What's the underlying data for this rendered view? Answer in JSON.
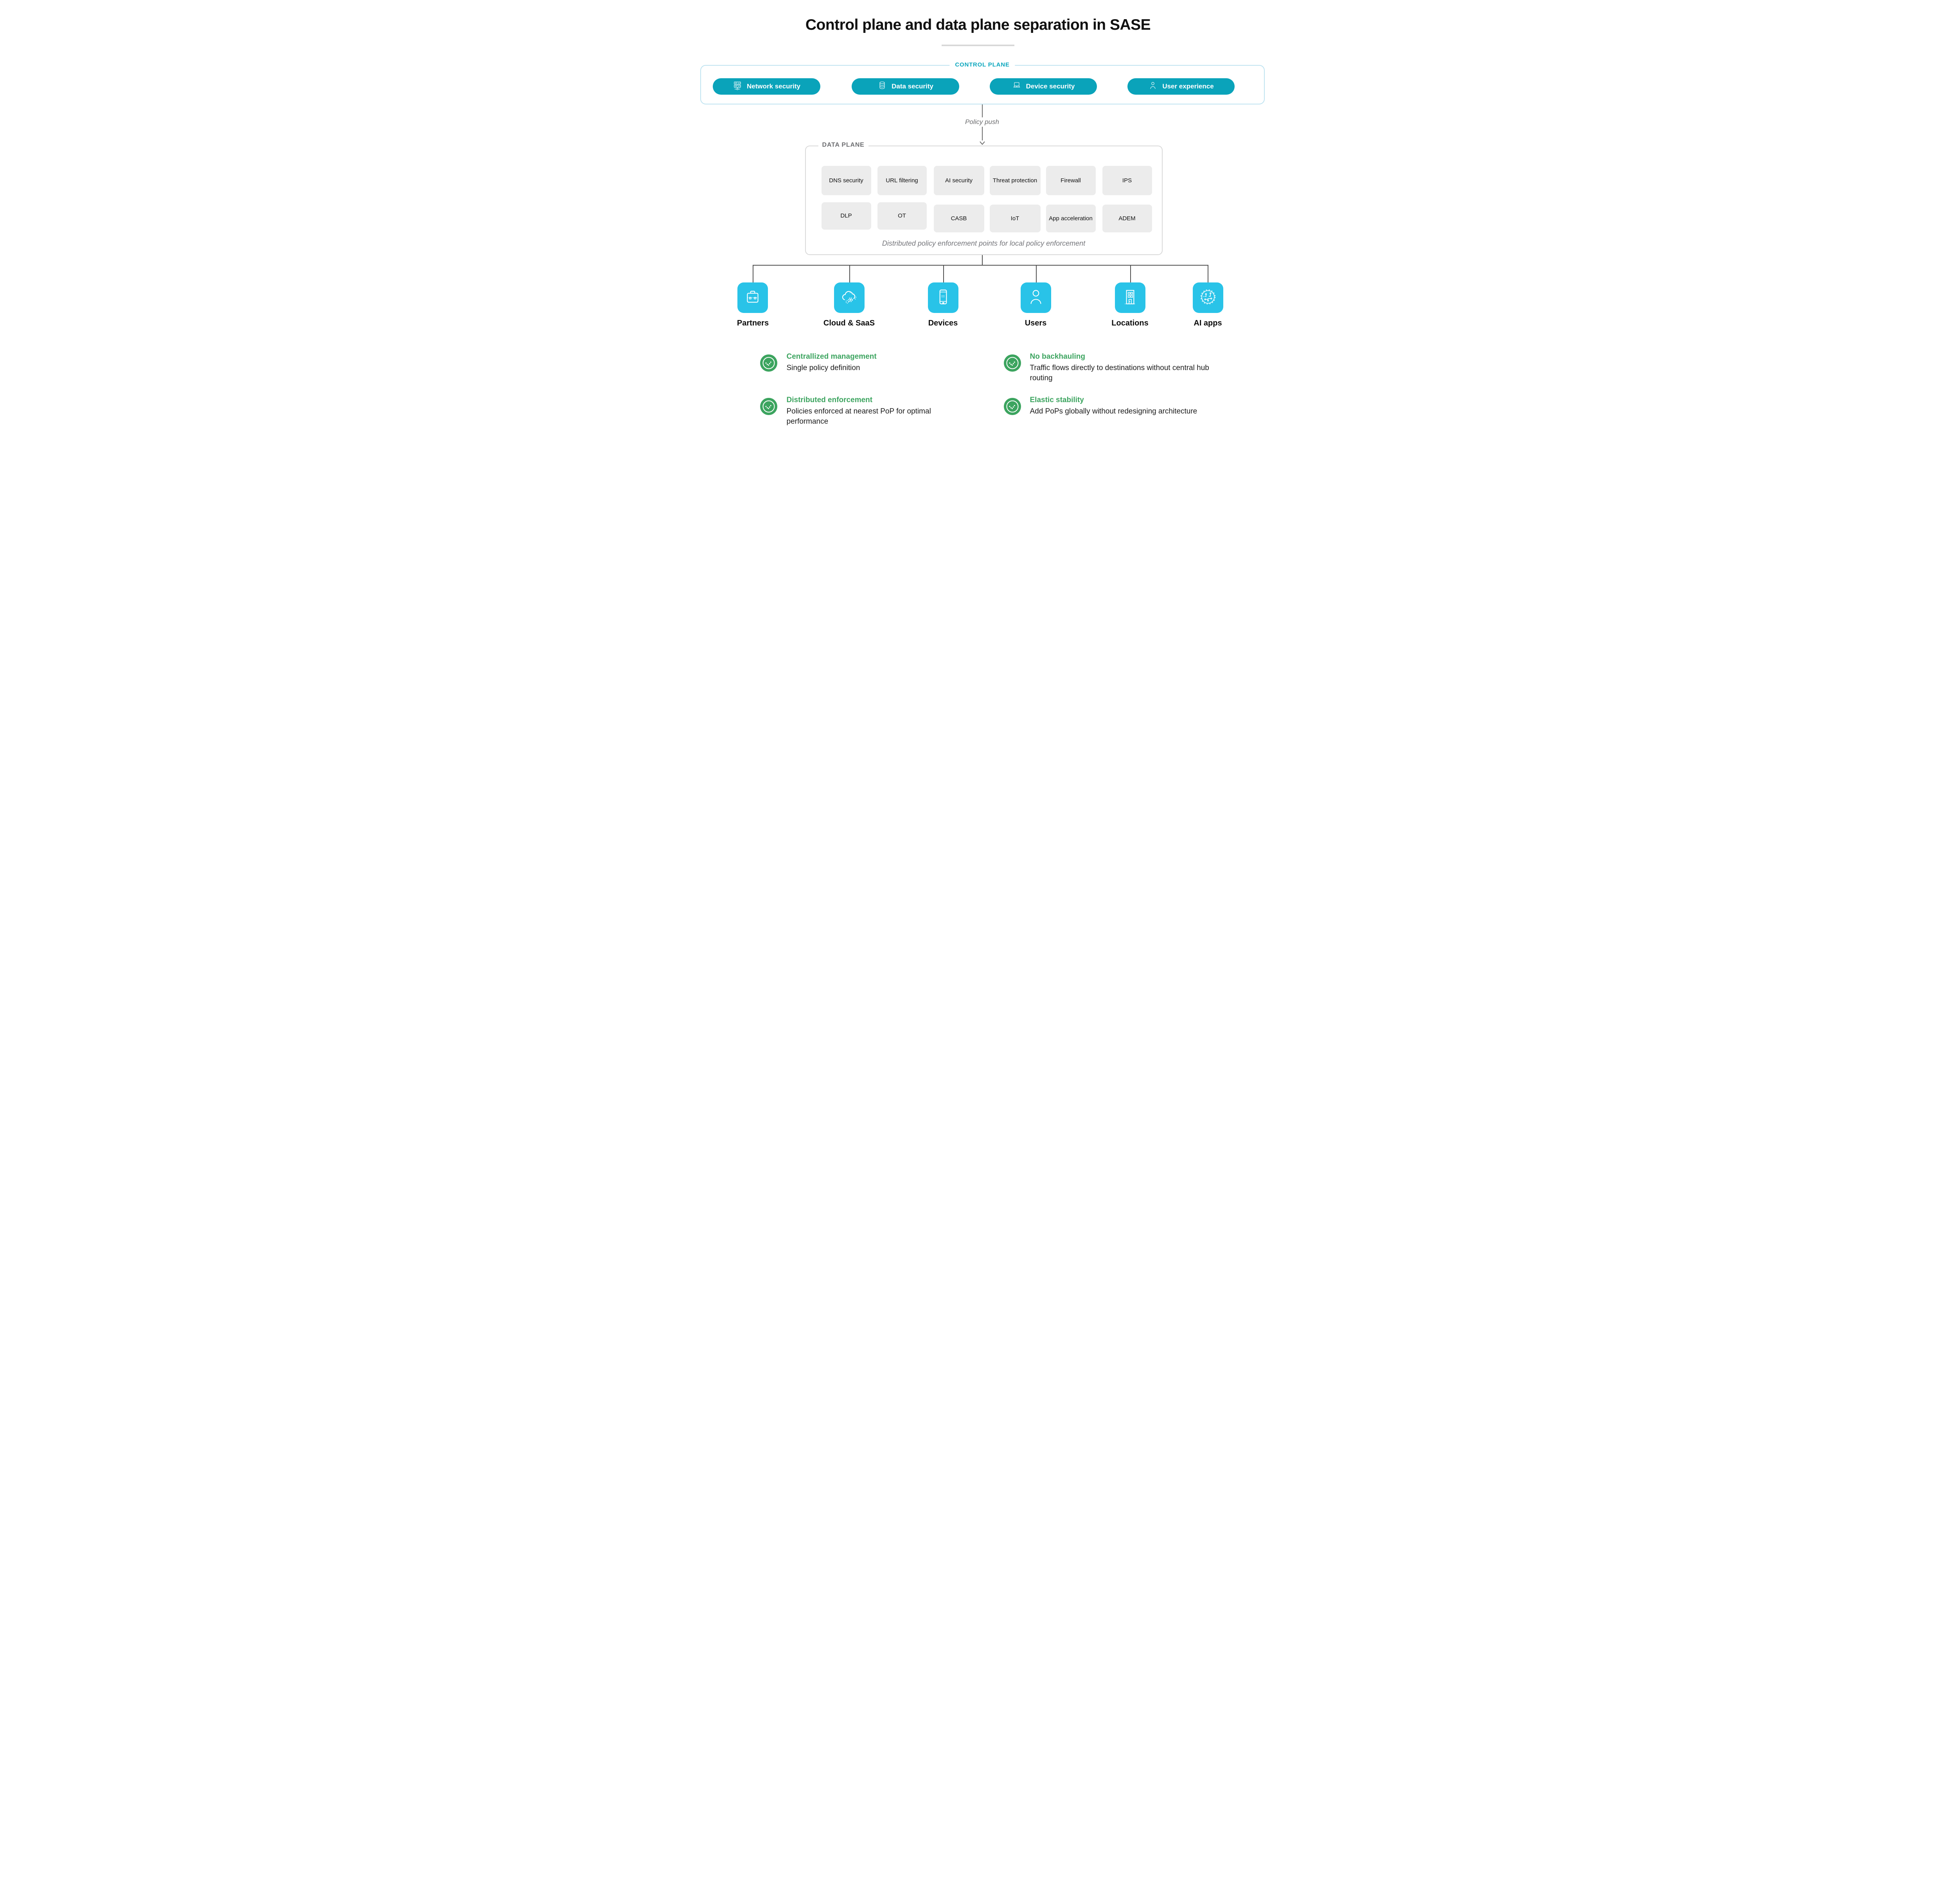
{
  "title": "Control plane and data plane separation in SASE",
  "control_plane": {
    "label": "CONTROL PLANE",
    "pills": [
      {
        "label": "Network security",
        "icon": "server-network-icon"
      },
      {
        "label": "Data security",
        "icon": "database-icon"
      },
      {
        "label": "Device security",
        "icon": "laptop-icon"
      },
      {
        "label": "User experience",
        "icon": "user-icon"
      }
    ]
  },
  "policy_push_label": "Policy push",
  "data_plane": {
    "label": "DATA PLANE",
    "services_row1": [
      "DNS security",
      "URL filtering",
      "AI security",
      "Threat protection",
      "Firewall",
      "IPS"
    ],
    "services_row2": [
      "DLP",
      "OT",
      "CASB",
      "IoT",
      "App acceleration",
      "ADEM"
    ],
    "caption": "Distributed policy enforcement points for local policy enforcement"
  },
  "endpoints": [
    {
      "label": "Partners",
      "icon": "briefcase-icon"
    },
    {
      "label": "Cloud & SaaS",
      "icon": "cloud-gears-icon"
    },
    {
      "label": "Devices",
      "icon": "smartphone-icon"
    },
    {
      "label": "Users",
      "icon": "person-icon"
    },
    {
      "label": "Locations",
      "icon": "building-icon"
    },
    {
      "label": "AI apps",
      "icon": "ai-circuit-icon"
    }
  ],
  "benefits": [
    {
      "title": "Centrallized management",
      "description": "Single policy definition"
    },
    {
      "title": "Distributed enforcement",
      "description": "Policies enforced at nearest PoP for optimal performance"
    },
    {
      "title": "No backhauling",
      "description": "Traffic flows directly to destinations without central hub routing"
    },
    {
      "title": "Elastic stability",
      "description": "Add PoPs globally without redesigning architecture"
    }
  ],
  "colors": {
    "pill_teal": "#0aa3ba",
    "endpoint_cyan": "#29c3e8",
    "control_border_blue": "#bfe3f1",
    "data_border_gray": "#d9d9d9",
    "service_box_gray": "#ececec",
    "benefit_green": "#3ca45f",
    "connector_gray": "#4f4f4f",
    "caption_gray": "#75767b"
  }
}
